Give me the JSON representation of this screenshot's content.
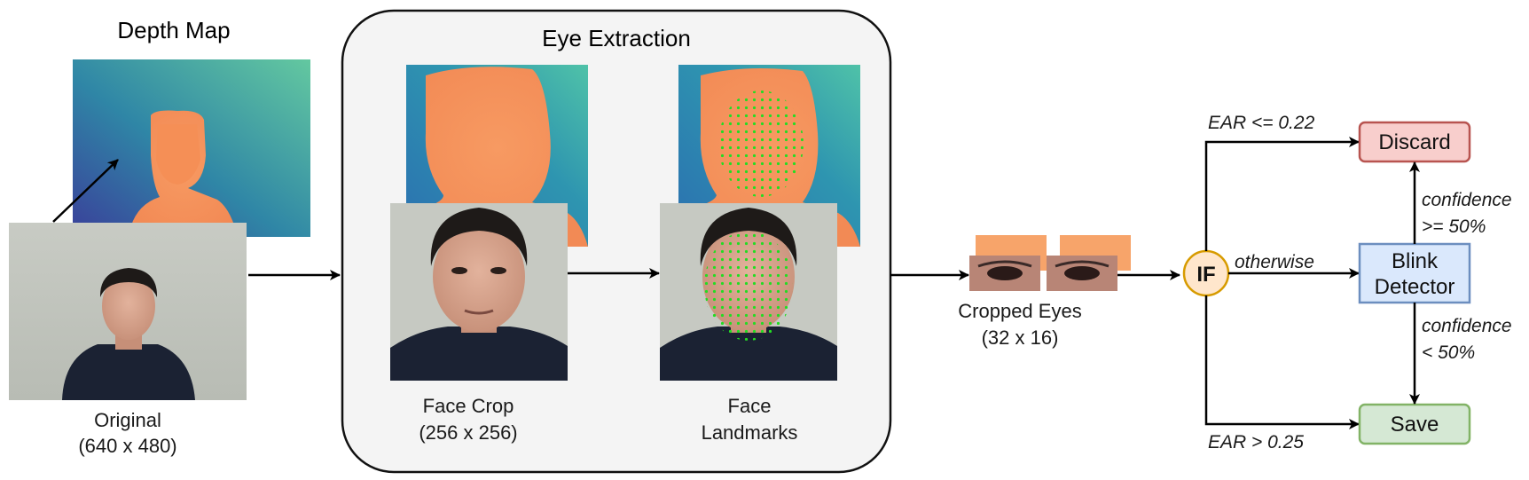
{
  "depth_map": {
    "title": "Depth Map"
  },
  "original": {
    "label": "Original",
    "size": "(640 x 480)"
  },
  "eye_extraction": {
    "title": "Eye Extraction",
    "face_crop_label": "Face Crop",
    "face_crop_size": "(256 x 256)",
    "face_landmarks_label_1": "Face",
    "face_landmarks_label_2": "Landmarks"
  },
  "cropped_eyes": {
    "label": "Cropped Eyes",
    "size": "(32 x 16)"
  },
  "decision": {
    "if_label": "IF",
    "ear_low": "EAR <= 0.22",
    "otherwise": "otherwise",
    "ear_high": "EAR > 0.25",
    "discard": "Discard",
    "blink_detector_1": "Blink",
    "blink_detector_2": "Detector",
    "save": "Save",
    "conf_high_1": "confidence",
    "conf_high_2": ">= 50%",
    "conf_low_1": "confidence",
    "conf_low_2": "< 50%"
  },
  "colors": {
    "discard_fill": "#f8cecc",
    "discard_stroke": "#b85450",
    "blink_fill": "#dae8fc",
    "blink_stroke": "#6c8ebf",
    "save_fill": "#d5e8d4",
    "save_stroke": "#82b366",
    "if_fill": "#ffe6cc",
    "if_stroke": "#d79b00",
    "panel_fill": "#f4f4f4",
    "landmark_green": "#22dd22"
  }
}
